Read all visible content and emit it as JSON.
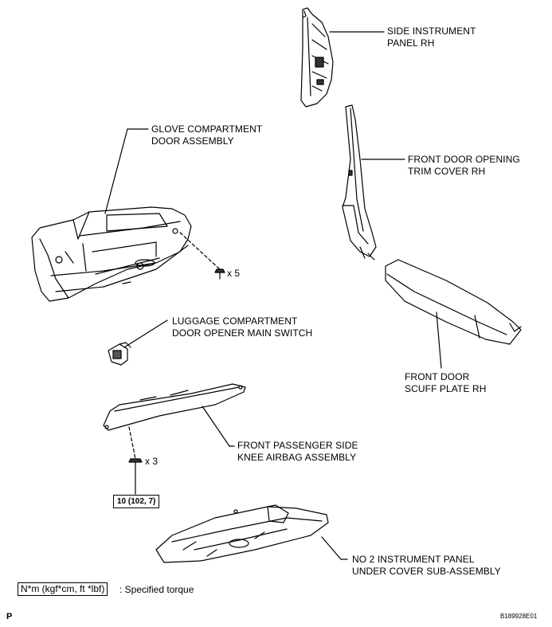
{
  "labels": {
    "side_instrument_panel": [
      "SIDE INSTRUMENT",
      "PANEL RH"
    ],
    "front_door_opening_trim": [
      "FRONT DOOR OPENING",
      "TRIM COVER RH"
    ],
    "glove_compartment": [
      "GLOVE COMPARTMENT",
      "DOOR ASSEMBLY"
    ],
    "luggage_switch": [
      "LUGGAGE COMPARTMENT",
      "DOOR OPENER MAIN SWITCH"
    ],
    "front_door_scuff": [
      "FRONT DOOR",
      "SCUFF PLATE RH"
    ],
    "knee_airbag": [
      "FRONT PASSENGER SIDE",
      "KNEE AIRBAG ASSEMBLY"
    ],
    "under_cover": [
      "NO  2 INSTRUMENT PANEL",
      "UNDER COVER SUB-ASSEMBLY"
    ]
  },
  "quantities": {
    "glove_screws": "x 5",
    "airbag_bolts": "x 3"
  },
  "torque_value": "10 (102, 7)",
  "legend": {
    "unit_box": "N*m (kgf*cm, ft *lbf)",
    "description": ": Specified torque"
  },
  "corner_letter": "P",
  "figure_code": "B189928E01"
}
